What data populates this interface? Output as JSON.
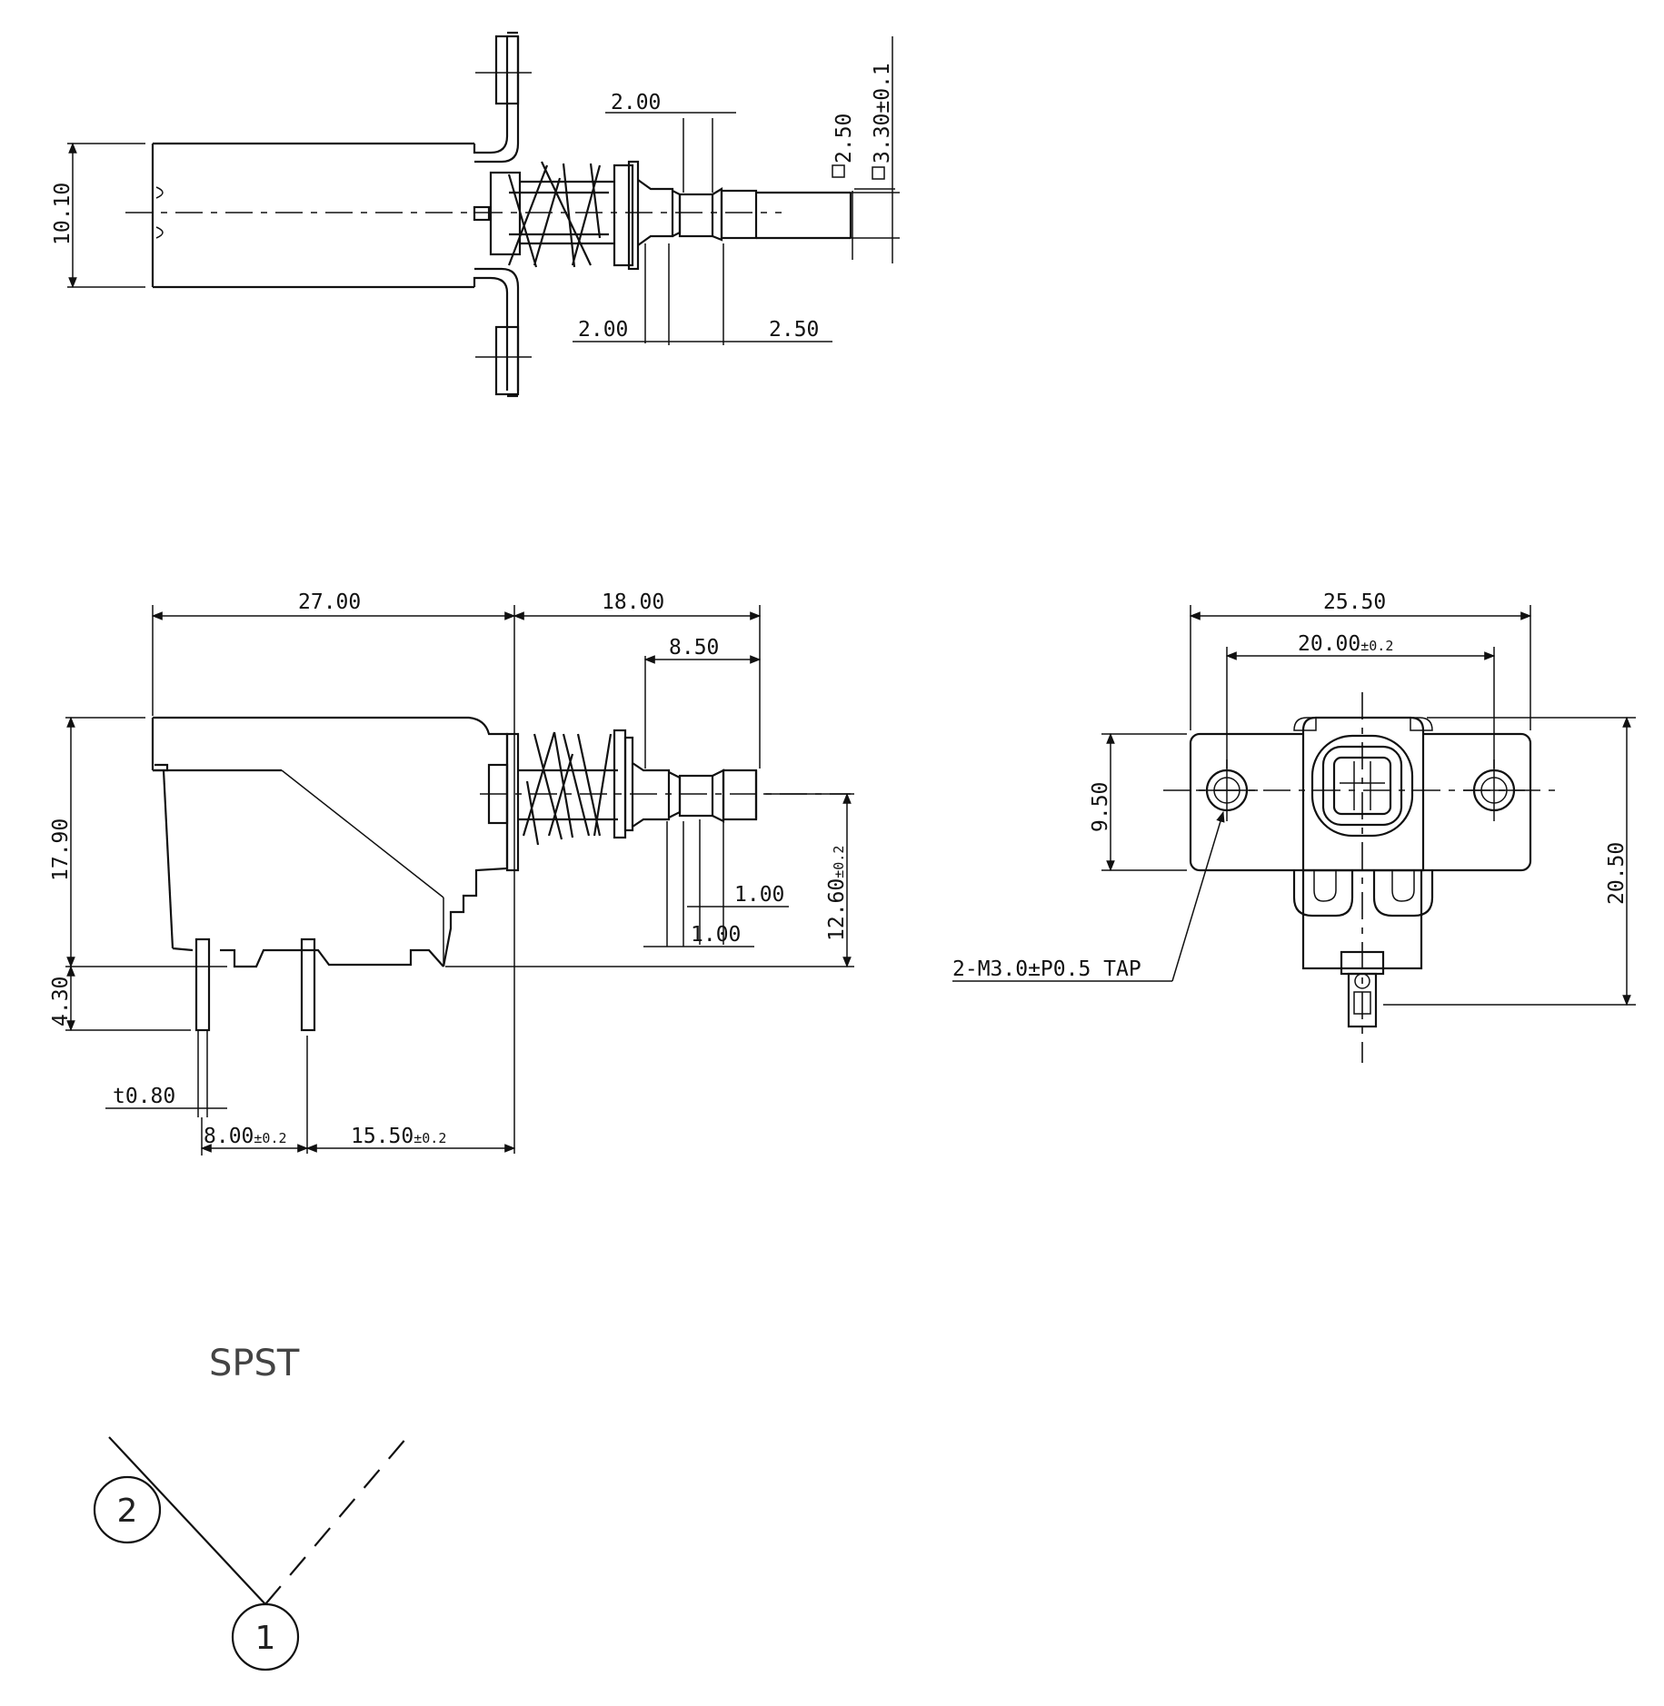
{
  "top_view": {
    "dims": {
      "height": "10.10",
      "stem_gap": "2.00",
      "stem_sq": "2.50",
      "stem_sq_tol": "3.30±0.1",
      "bottom_a": "2.00",
      "bottom_b": "2.50"
    }
  },
  "side_view": {
    "dims": {
      "body_len": "27.00",
      "stem_len": "18.00",
      "stem_tip": "8.50",
      "height": "17.90",
      "pin_len": "4.30",
      "stem_axis": "12.60",
      "stem_axis_tol": "±0.2",
      "step_a": "1.00",
      "step_b": "1.00",
      "pin_thk": "t0.80",
      "pitch_a": "8.00",
      "pitch_a_tol": "±0.2",
      "pitch_b": "15.50",
      "pitch_b_tol": "±0.2"
    }
  },
  "front_view": {
    "dims": {
      "width": "25.50",
      "hole_pitch": "20.00",
      "hole_pitch_tol": "±0.2",
      "flange_h": "9.50",
      "total_h": "20.50",
      "tap_note": "2-M3.0±P0.5 TAP"
    }
  },
  "schematic": {
    "title": "SPST",
    "nodes": [
      "1",
      "2"
    ]
  }
}
